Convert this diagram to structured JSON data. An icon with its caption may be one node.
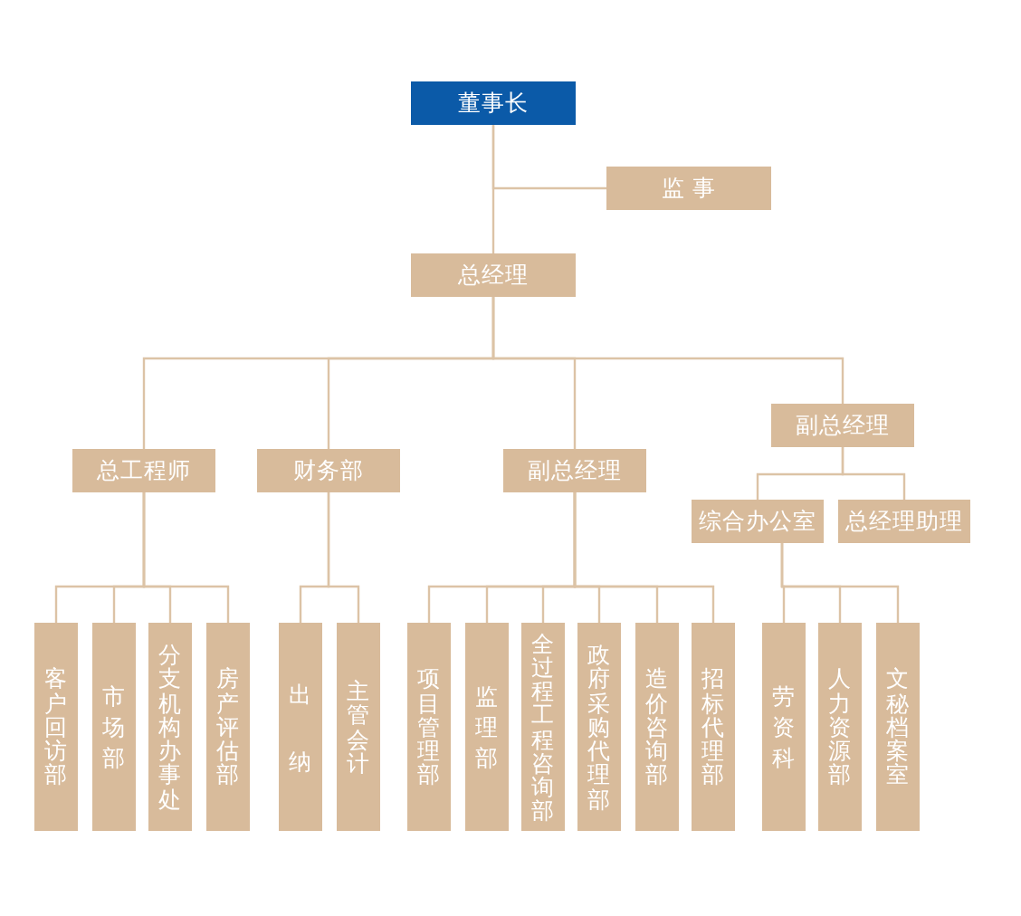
{
  "diagram": {
    "nodes": [
      {
        "text": [
          "董事长"
        ]
      },
      {
        "text": [
          "监 事"
        ]
      },
      {
        "text": [
          "总经理"
        ]
      },
      {
        "text": [
          "总工程师"
        ]
      },
      {
        "text": [
          "财务部"
        ]
      },
      {
        "text": [
          "副总经理"
        ]
      },
      {
        "text": [
          "副总经理"
        ]
      },
      {
        "text": [
          "综合办公室"
        ]
      },
      {
        "text": [
          "总经理助理"
        ]
      },
      {
        "text": [
          "客户回访部"
        ]
      },
      {
        "text": [
          "市场部"
        ]
      },
      {
        "text": [
          "分支机构办事处"
        ]
      },
      {
        "text": [
          "房产评估部"
        ]
      },
      {
        "text": [
          "出纳"
        ]
      },
      {
        "text": [
          "主管会计"
        ]
      },
      {
        "text": [
          "项目管理部"
        ]
      },
      {
        "text": [
          "监理部"
        ]
      },
      {
        "text": [
          "全过程工程咨询部"
        ]
      },
      {
        "text": [
          "政府采购代理部"
        ]
      },
      {
        "text": [
          "造价咨询部"
        ]
      },
      {
        "text": [
          "招标代理部"
        ]
      },
      {
        "text": [
          "劳资科"
        ]
      },
      {
        "text": [
          "人力资源部"
        ]
      },
      {
        "text": [
          "文秘档案室"
        ]
      }
    ],
    "edges": [
      {
        "from": 0,
        "to": 1,
        "arrow": "none"
      },
      {
        "from": 0,
        "to": 2,
        "arrow": "none"
      },
      {
        "from": 2,
        "to": 3,
        "arrow": "none"
      },
      {
        "from": 2,
        "to": 4,
        "arrow": "none"
      },
      {
        "from": 2,
        "to": 5,
        "arrow": "none"
      },
      {
        "from": 2,
        "to": 6,
        "arrow": "none"
      },
      {
        "from": 3,
        "to": 9,
        "arrow": "none"
      },
      {
        "from": 3,
        "to": 10,
        "arrow": "none"
      },
      {
        "from": 3,
        "to": 11,
        "arrow": "none"
      },
      {
        "from": 3,
        "to": 12,
        "arrow": "none"
      },
      {
        "from": 4,
        "to": 13,
        "arrow": "none"
      },
      {
        "from": 4,
        "to": 14,
        "arrow": "none"
      },
      {
        "from": 5,
        "to": 15,
        "arrow": "none"
      },
      {
        "from": 5,
        "to": 16,
        "arrow": "none"
      },
      {
        "from": 5,
        "to": 17,
        "arrow": "none"
      },
      {
        "from": 5,
        "to": 18,
        "arrow": "none"
      },
      {
        "from": 5,
        "to": 19,
        "arrow": "none"
      },
      {
        "from": 5,
        "to": 20,
        "arrow": "none"
      },
      {
        "from": 6,
        "to": 7,
        "arrow": "none"
      },
      {
        "from": 6,
        "to": 8,
        "arrow": "none"
      },
      {
        "from": 7,
        "to": 21,
        "arrow": "none"
      },
      {
        "from": 7,
        "to": 22,
        "arrow": "none"
      },
      {
        "from": 7,
        "to": 23,
        "arrow": "none"
      }
    ]
  }
}
